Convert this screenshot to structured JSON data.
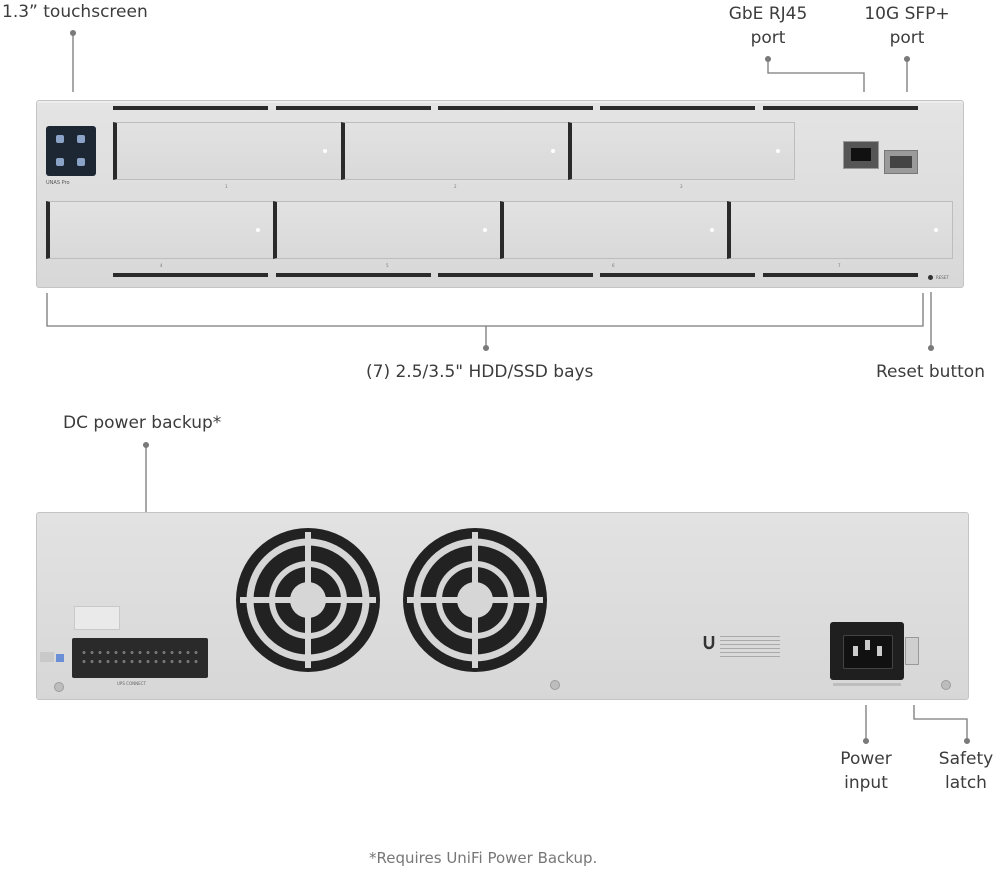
{
  "labels": {
    "touchscreen": "1.3” touchscreen",
    "gbe_port": [
      "GbE RJ45",
      "port"
    ],
    "sfp_port": [
      "10G SFP+",
      "port"
    ],
    "bays": "(7) 2.5/3.5\" HDD/SSD bays",
    "reset": "Reset button",
    "dc_backup": "DC power backup*",
    "power_input": [
      "Power",
      "input"
    ],
    "safety_latch": [
      "Safety",
      "latch"
    ]
  },
  "front_panel": {
    "model_badge": "UNAS Pro",
    "bay_numbers": [
      "1",
      "2",
      "3",
      "4",
      "5",
      "6",
      "7"
    ],
    "reset_marking": "RESET"
  },
  "rear_panel": {
    "connector_label": "UPS CONNECT"
  },
  "footnote": "*Requires UniFi Power Backup."
}
